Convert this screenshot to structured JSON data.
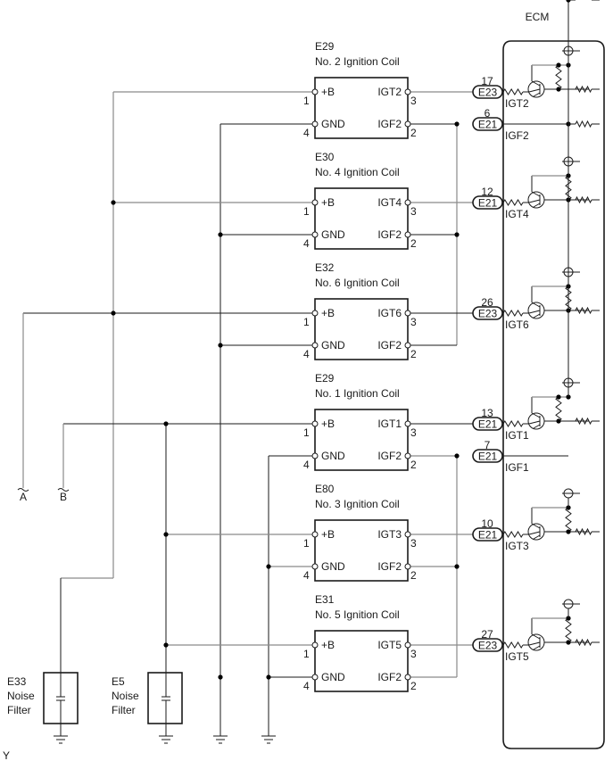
{
  "diagram": {
    "ecm_label": "ECM",
    "corner_label": "Y",
    "coils": [
      {
        "code": "E29",
        "name": "No. 2 Ignition Coil",
        "pins": {
          "b": "+B",
          "gnd": "GND",
          "igt": "IGT2",
          "igf": "IGF2"
        },
        "pin_nums": {
          "b": "1",
          "gnd": "4",
          "igt": "3",
          "igf": "2"
        }
      },
      {
        "code": "E30",
        "name": "No. 4 Ignition Coil",
        "pins": {
          "b": "+B",
          "gnd": "GND",
          "igt": "IGT4",
          "igf": "IGF2"
        },
        "pin_nums": {
          "b": "1",
          "gnd": "4",
          "igt": "3",
          "igf": "2"
        }
      },
      {
        "code": "E32",
        "name": "No. 6 Ignition Coil",
        "pins": {
          "b": "+B",
          "gnd": "GND",
          "igt": "IGT6",
          "igf": "IGF2"
        },
        "pin_nums": {
          "b": "1",
          "gnd": "4",
          "igt": "3",
          "igf": "2"
        }
      },
      {
        "code": "E29",
        "name": "No. 1 Ignition Coil",
        "pins": {
          "b": "+B",
          "gnd": "GND",
          "igt": "IGT1",
          "igf": "IGF2"
        },
        "pin_nums": {
          "b": "1",
          "gnd": "4",
          "igt": "3",
          "igf": "2"
        }
      },
      {
        "code": "E80",
        "name": "No. 3 Ignition Coil",
        "pins": {
          "b": "+B",
          "gnd": "GND",
          "igt": "IGT3",
          "igf": "IGF2"
        },
        "pin_nums": {
          "b": "1",
          "gnd": "4",
          "igt": "3",
          "igf": "2"
        }
      },
      {
        "code": "E31",
        "name": "No. 5 Ignition Coil",
        "pins": {
          "b": "+B",
          "gnd": "GND",
          "igt": "IGT5",
          "igf": "IGF2"
        },
        "pin_nums": {
          "b": "1",
          "gnd": "4",
          "igt": "3",
          "igf": "2"
        }
      }
    ],
    "ecm_connectors": [
      {
        "pin": "17",
        "connector": "E23",
        "signal": "IGT2"
      },
      {
        "pin": "6",
        "connector": "E21",
        "signal": "IGF2"
      },
      {
        "pin": "12",
        "connector": "E21",
        "signal": "IGT4"
      },
      {
        "pin": "26",
        "connector": "E23",
        "signal": "IGT6"
      },
      {
        "pin": "13",
        "connector": "E21",
        "signal": "IGT1"
      },
      {
        "pin": "7",
        "connector": "E21",
        "signal": "IGF1"
      },
      {
        "pin": "10",
        "connector": "E21",
        "signal": "IGT3"
      },
      {
        "pin": "27",
        "connector": "E23",
        "signal": "IGT5"
      }
    ],
    "noise_filters": [
      {
        "code": "E33",
        "line1": "Noise",
        "line2": "Filter"
      },
      {
        "code": "E5",
        "line1": "Noise",
        "line2": "Filter"
      }
    ],
    "off_page": [
      {
        "label": "A"
      },
      {
        "label": "B"
      }
    ]
  }
}
